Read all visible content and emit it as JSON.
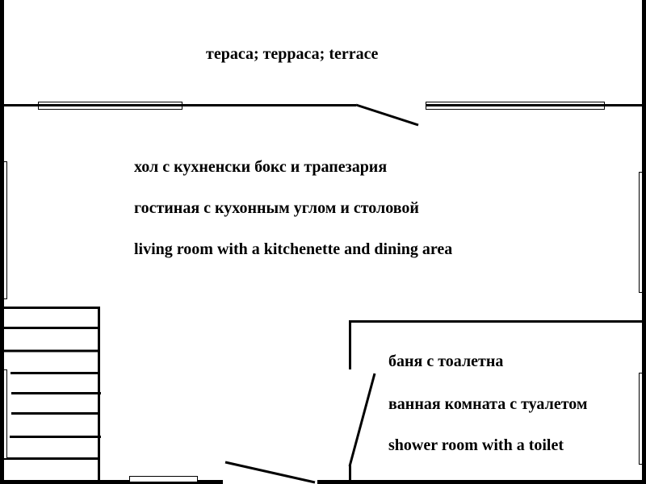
{
  "rooms": {
    "terrace": {
      "label": "тераса; терраса; terrace"
    },
    "living": {
      "label_bg": "хол с кухненски бокс и трапезария",
      "label_ru": "гостиная с кухонным углом и столовой",
      "label_en": "living room with a kitchenette and dining area"
    },
    "bathroom": {
      "label_bg": "баня с тоалетна",
      "label_ru": "ванная комната с туалетом",
      "label_en": "shower room with a toilet"
    }
  },
  "colors": {
    "wall": "#000000",
    "background": "#ffffff"
  }
}
